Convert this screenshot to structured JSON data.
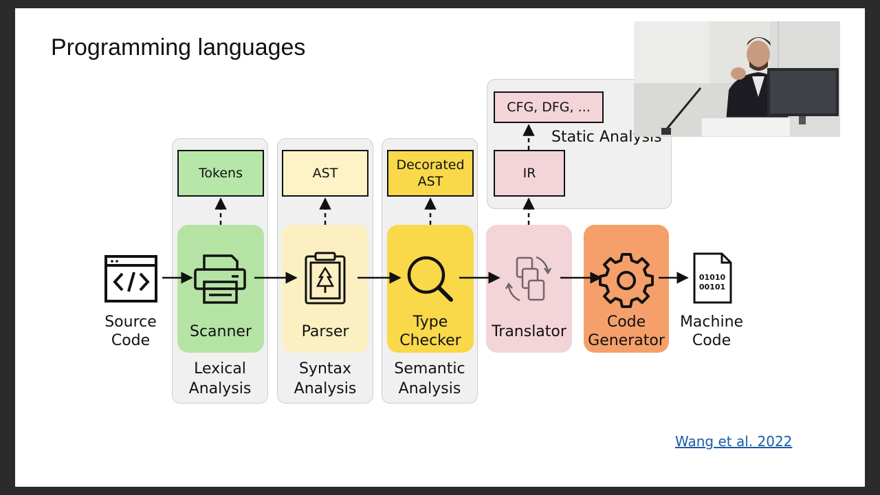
{
  "slide": {
    "title": "Programming languages",
    "citation": "Wang et al. 2022"
  },
  "diagram": {
    "input": {
      "label_line1": "Source",
      "label_line2": "Code",
      "icon": "code-file-icon"
    },
    "output": {
      "label_line1": "Machine",
      "label_line2": "Code",
      "icon": "binary-file-icon"
    },
    "stages": [
      {
        "name_line1": "Lexical",
        "name_line2": "Analysis",
        "process": "Scanner",
        "artifact": "Tokens",
        "icon": "printer-icon",
        "fill": "#b5e3a4",
        "artifact_fill": "#b6e6a8"
      },
      {
        "name_line1": "Syntax",
        "name_line2": "Analysis",
        "process": "Parser",
        "artifact": "AST",
        "icon": "clipboard-tree-icon",
        "fill": "#fcf0c2",
        "artifact_fill": "#fdf3c6"
      },
      {
        "name_line1": "Semantic",
        "name_line2": "Analysis",
        "process_line1": "Type",
        "process_line2": "Checker",
        "artifact_line1": "Decorated",
        "artifact_line2": "AST",
        "icon": "magnifier-icon",
        "fill": "#f9d84a",
        "artifact_fill": "#f9d84a"
      }
    ],
    "static_analysis": {
      "name": "Static Analysis",
      "ir": "IR",
      "graphs": "CFG, DFG, ...",
      "fill": "#f3d4d8"
    },
    "translator": {
      "label": "Translator",
      "icon": "translate-icon",
      "fill": "#f3d4d8"
    },
    "codegen": {
      "label_line1": "Code",
      "label_line2": "Generator",
      "icon": "gear-icon",
      "fill": "#f5a06a"
    }
  }
}
